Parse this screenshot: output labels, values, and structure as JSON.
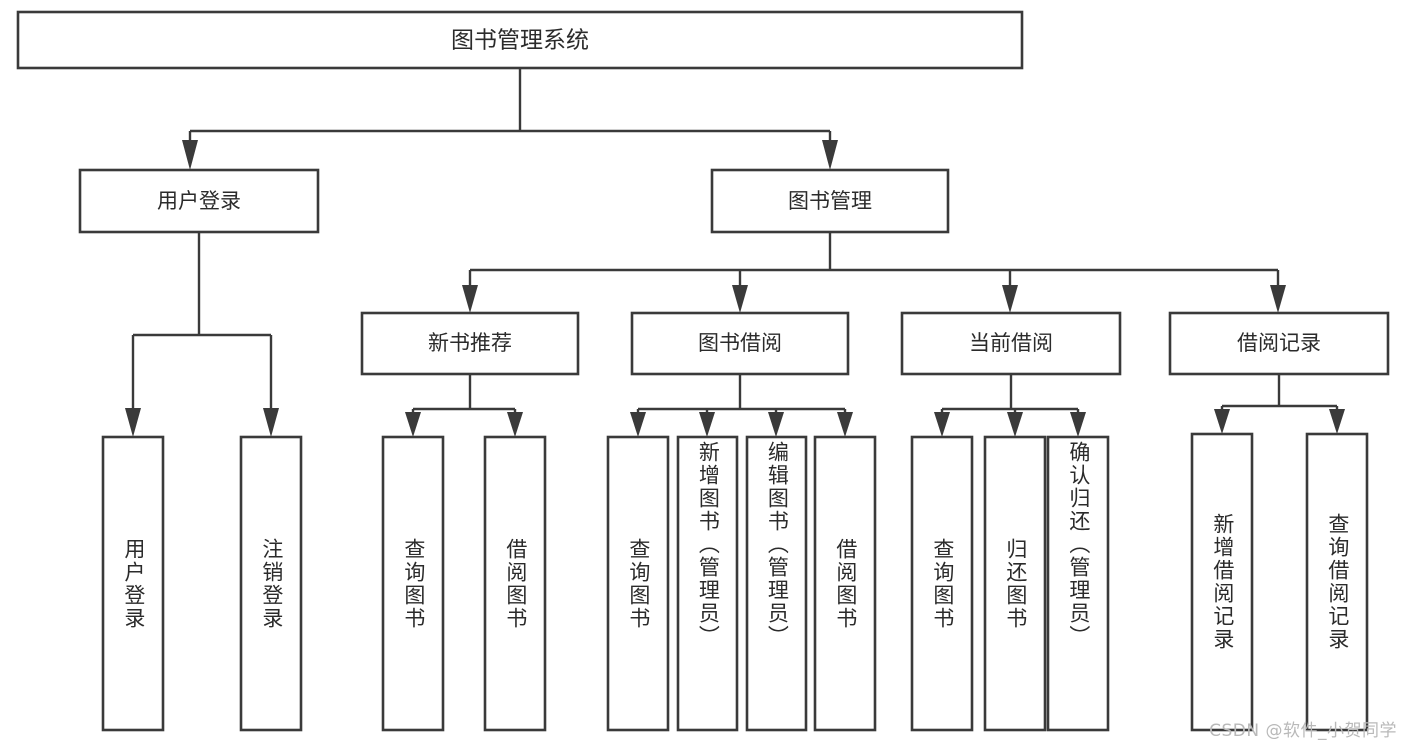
{
  "diagram": {
    "title": "图书管理系统",
    "type": "tree",
    "watermark": "CSDN @软件_小贺同学",
    "colors": {
      "stroke": "#3a3a3a",
      "fill": "#ffffff",
      "text": "#2b2b2b",
      "watermark": "#b9b9b9"
    },
    "root": {
      "label": "图书管理系统"
    },
    "level1": [
      {
        "label": "用户登录"
      },
      {
        "label": "图书管理"
      }
    ],
    "level2": [
      {
        "label": "新书推荐"
      },
      {
        "label": "图书借阅"
      },
      {
        "label": "当前借阅"
      },
      {
        "label": "借阅记录"
      }
    ],
    "leaves": {
      "user_login": [
        {
          "label": "用户登录"
        },
        {
          "label": "注销登录"
        }
      ],
      "new_book_recommend": [
        {
          "label": "查询图书"
        },
        {
          "label": "借阅图书"
        }
      ],
      "book_borrow": [
        {
          "label": "查询图书"
        },
        {
          "label": "新增图书（管理员）"
        },
        {
          "label": "编辑图书（管理员）"
        },
        {
          "label": "借阅图书"
        }
      ],
      "current_borrow": [
        {
          "label": "查询图书"
        },
        {
          "label": "归还图书"
        },
        {
          "label": "确认归还（管理员）"
        }
      ],
      "borrow_record": [
        {
          "label": "新增借阅记录"
        },
        {
          "label": "查询借阅记录"
        }
      ]
    }
  }
}
